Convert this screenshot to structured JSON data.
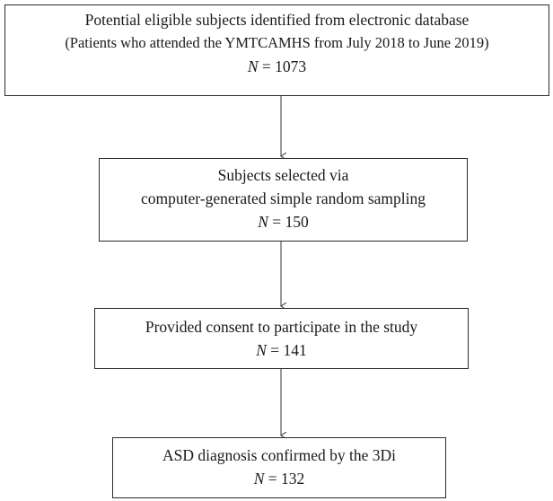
{
  "boxes": [
    {
      "line1": "Potential eligible subjects identified from electronic database",
      "line2": "(Patients who attended the YMTCAMHS from July 2018 to June 2019)",
      "n_label": "N",
      "n_value": "= 1073"
    },
    {
      "line1": "Subjects selected via",
      "line2": "computer-generated simple random sampling",
      "n_label": "N",
      "n_value": "= 150"
    },
    {
      "line1": "Provided consent to participate in the study",
      "n_label": "N",
      "n_value": "= 141"
    },
    {
      "line1": "ASD diagnosis confirmed by the 3Di",
      "n_label": "N",
      "n_value": "= 132"
    }
  ],
  "colors": {
    "line": "#333333",
    "text": "#1a1a1a"
  }
}
